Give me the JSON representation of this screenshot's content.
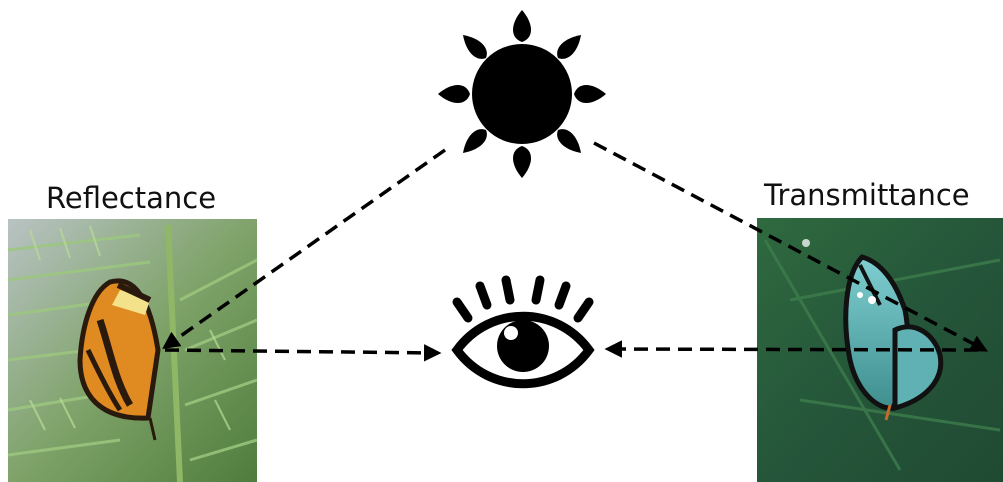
{
  "labels": {
    "left": "Reflectance",
    "right": "Transmittance"
  },
  "icons": {
    "light_source": "sun-icon",
    "observer": "eye-icon"
  },
  "photos": {
    "left": "orange-black-butterfly-on-fern",
    "right": "glasswing-butterfly-on-leaf"
  },
  "colors": {
    "icon": "#000000",
    "arrow": "#000000",
    "text": "#111111"
  }
}
